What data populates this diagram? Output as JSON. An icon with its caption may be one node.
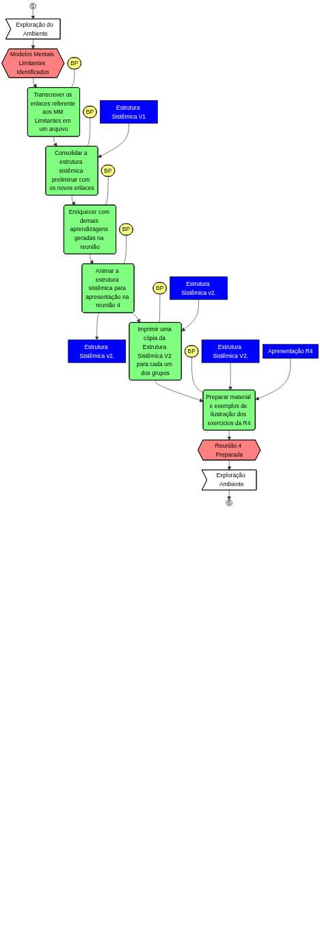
{
  "diagram": {
    "nodes": [
      {
        "text": [
          "5"
        ]
      },
      {
        "text": [
          "Exploração do Ambiente"
        ]
      },
      {
        "text": [
          "Modelos Mentais Limitantes Identificados"
        ]
      },
      {
        "text": [
          "BP"
        ]
      },
      {
        "text": [
          "Transcrever os enlaces referente aos MM Limitantes em um arquivo"
        ]
      },
      {
        "text": [
          "BP"
        ]
      },
      {
        "text": [
          "Consolidar a estrutura sistêmica preliminar com os novos enlaces"
        ]
      },
      {
        "text": [
          "Estrutura Sistêmica V1"
        ]
      },
      {
        "text": [
          "BP"
        ]
      },
      {
        "text": [
          "Enriquecer com demais aprendizagens geradas na reunião"
        ]
      },
      {
        "text": [
          "BP"
        ]
      },
      {
        "text": [
          "Animar a estrutura sistêmica para apresentação na reunião 4"
        ]
      },
      {
        "text": [
          "Estrutura Sistêmica v2."
        ]
      },
      {
        "text": [
          "BP"
        ]
      },
      {
        "text": [
          "Imprimir uma cópia da Estrutura Sistêmica V2 para cada um dos grupos"
        ]
      },
      {
        "text": [
          "Estrutura Sistêmica v2."
        ]
      },
      {
        "text": [
          "Estrutura Sistêmica V2."
        ]
      },
      {
        "text": [
          "BP"
        ]
      },
      {
        "text": [
          "Preparar material e exemplos de ilustração dos exercicios da R4"
        ]
      },
      {
        "text": [
          "Apresentação R4"
        ]
      },
      {
        "text": [
          "Reunião 4 Preparada"
        ]
      },
      {
        "text": [
          "Exploração Ambiente"
        ]
      },
      {
        "text": [
          "6"
        ]
      }
    ],
    "edges": [
      {
        "from": 0,
        "to": 1,
        "arrow": "to"
      },
      {
        "from": 1,
        "to": 2,
        "arrow": "to"
      },
      {
        "from": 2,
        "to": 4,
        "arrow": "to"
      },
      {
        "from": 3,
        "to": 4,
        "arrow": "none"
      },
      {
        "from": 4,
        "to": 6,
        "arrow": "to"
      },
      {
        "from": 5,
        "to": 6,
        "arrow": "none"
      },
      {
        "from": 7,
        "to": 6,
        "arrow": "to"
      },
      {
        "from": 6,
        "to": 9,
        "arrow": "to"
      },
      {
        "from": 8,
        "to": 9,
        "arrow": "none"
      },
      {
        "from": 9,
        "to": 11,
        "arrow": "to"
      },
      {
        "from": 10,
        "to": 11,
        "arrow": "none"
      },
      {
        "from": 11,
        "to": 12,
        "arrow": "to"
      },
      {
        "from": 11,
        "to": 14,
        "arrow": "to"
      },
      {
        "from": 13,
        "to": 14,
        "arrow": "none"
      },
      {
        "from": 15,
        "to": 14,
        "arrow": "to"
      },
      {
        "from": 14,
        "to": 18,
        "arrow": "to"
      },
      {
        "from": 17,
        "to": 18,
        "arrow": "none"
      },
      {
        "from": 16,
        "to": 18,
        "arrow": "to"
      },
      {
        "from": 19,
        "to": 18,
        "arrow": "to"
      },
      {
        "from": 18,
        "to": 20,
        "arrow": "to"
      },
      {
        "from": 20,
        "to": 21,
        "arrow": "to"
      },
      {
        "from": 21,
        "to": 22,
        "arrow": "to"
      }
    ]
  }
}
